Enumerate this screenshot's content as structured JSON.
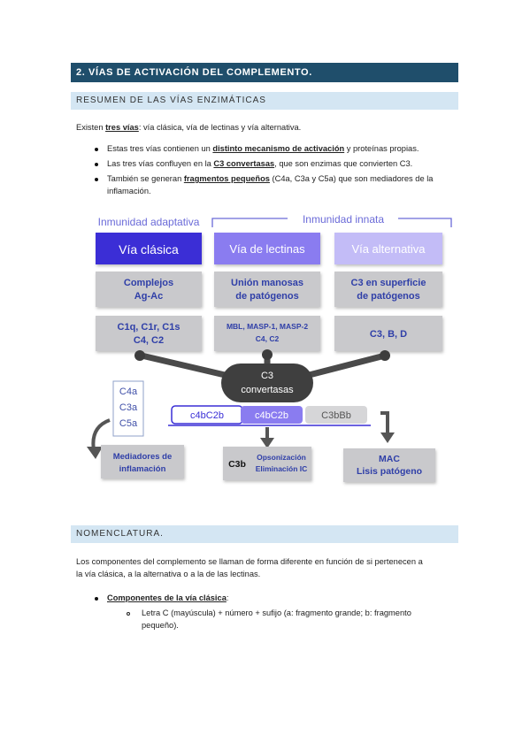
{
  "section": {
    "title": "2. VÍAS DE ACTIVACIÓN DEL COMPLEMENTO."
  },
  "summary": {
    "heading": "RESUMEN DE LAS VÍAS ENZIMÁTICAS",
    "intro_pre": "Existen ",
    "intro_bold": "tres vías",
    "intro_post": ": vía clásica, vía de lectinas y vía alternativa.",
    "bullets": [
      {
        "pre": "Estas tres vías contienen un ",
        "bold": "distinto mecanismo de activación",
        "post": " y proteínas propias."
      },
      {
        "pre": "Las tres vías confluyen en la ",
        "bold": "C3 convertasas",
        "post": ", que son enzimas que convierten C3."
      },
      {
        "pre": "También se generan ",
        "bold": "fragmentos pequeños",
        "post": " (C4a, C3a y C5a) que son mediadores de la",
        "line2": "inflamación."
      }
    ]
  },
  "diagram": {
    "label_adaptive": "Inmunidad adaptativa",
    "label_innate": "Inmunidad innata",
    "classic": {
      "title": "Vía clásica",
      "trigger": [
        "Complejos",
        "Ag-Ac"
      ],
      "proteins": [
        "C1q, C1r, C1s",
        "C4, C2"
      ]
    },
    "lectin": {
      "title": "Vía de lectinas",
      "trigger": [
        "Unión manosas",
        "de patógenos"
      ],
      "proteins": [
        "MBL, MASP-1, MASP-2",
        "C4, C2"
      ]
    },
    "alternative": {
      "title": "Vía alternativa",
      "trigger": [
        "C3 en superficie",
        "de patógenos"
      ],
      "proteins": [
        "C3, B, D"
      ]
    },
    "c3": [
      "C3",
      "convertasas"
    ],
    "convertases": [
      "c4bC2b",
      "c4bC2b",
      "C3bBb"
    ],
    "small_fragments": [
      "C4a",
      "C3a",
      "C5a"
    ],
    "mediators": [
      "Mediadores de",
      "inflamación"
    ],
    "c3b": {
      "name": "C3b",
      "roles": [
        "Opsonización",
        "Eliminación IC"
      ]
    },
    "mac": [
      "MAC",
      "Lisis patógeno"
    ],
    "colors": {
      "classic": "#3a2fd6",
      "lectin": "#8a7cf0",
      "alternative": "#c3bcf7",
      "gray_box": "#c9c9cc",
      "text_blue": "#2f3fa8"
    }
  },
  "nomenclature": {
    "heading": "NOMENCLATURA.",
    "para_line1": "Los componentes del complemento se llaman de forma diferente en función de si pertenecen a",
    "para_line2": "la vía clásica, a la alternativa o a la de las lectinas.",
    "bullet_bold": "Componentes de la vía clásica",
    "bullet_post": ":",
    "sub_line1": "Letra C (mayúscula) + número + sufijo (a: fragmento grande; b: fragmento",
    "sub_line2": "pequeño)."
  }
}
